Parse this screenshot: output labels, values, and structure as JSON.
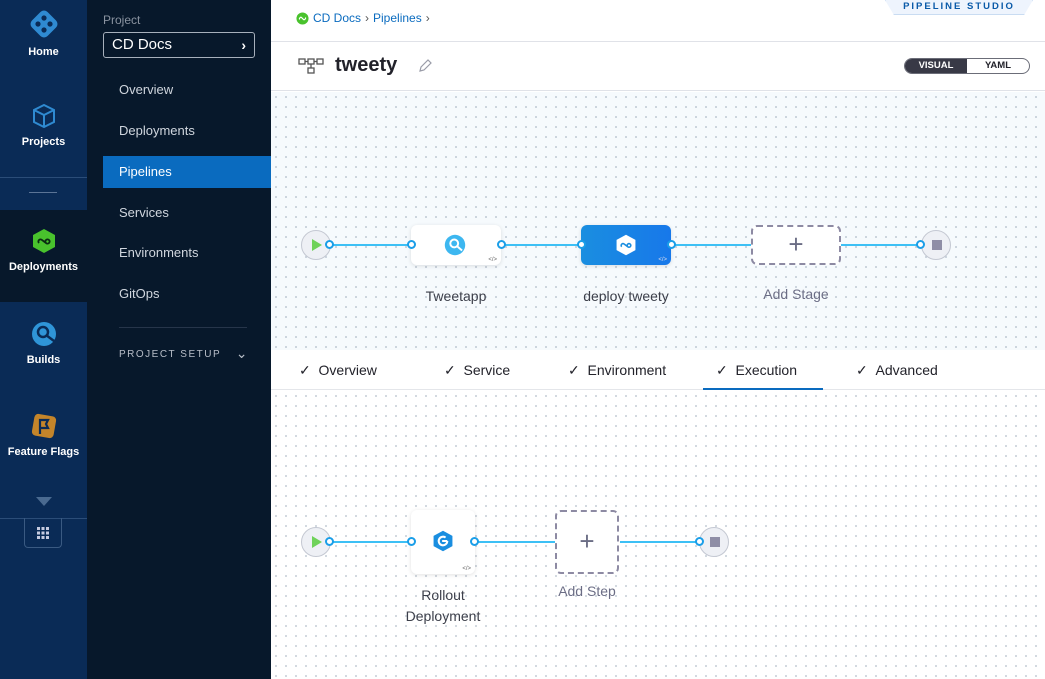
{
  "nav": {
    "items": [
      {
        "label": "Home",
        "icon": "home-icon"
      },
      {
        "label": "Projects",
        "icon": "cube-icon"
      },
      {
        "label": "Deployments",
        "icon": "deployments-icon"
      },
      {
        "label": "Builds",
        "icon": "builds-icon"
      },
      {
        "label": "Feature Flags",
        "icon": "flag-icon"
      }
    ]
  },
  "sidebar": {
    "project_label": "Project",
    "project_name": "CD Docs",
    "items": [
      {
        "label": "Overview"
      },
      {
        "label": "Deployments"
      },
      {
        "label": "Pipelines",
        "active": true
      },
      {
        "label": "Services"
      },
      {
        "label": "Environments"
      },
      {
        "label": "GitOps"
      }
    ],
    "project_setup": "PROJECT SETUP"
  },
  "header": {
    "breadcrumb": [
      "CD Docs",
      "Pipelines"
    ],
    "studio_badge": "PIPELINE STUDIO",
    "title": "tweety",
    "toggle": {
      "visual": "VISUAL",
      "yaml": "YAML",
      "selected": "VISUAL"
    }
  },
  "stages": [
    {
      "name": "Tweetapp"
    },
    {
      "name": "deploy tweety",
      "selected": true
    },
    {
      "name": "Add Stage"
    }
  ],
  "tabs": [
    {
      "label": "Overview"
    },
    {
      "label": "Service"
    },
    {
      "label": "Environment"
    },
    {
      "label": "Execution",
      "active": true
    },
    {
      "label": "Advanced"
    }
  ],
  "steps": [
    {
      "name": "Rollout Deployment"
    },
    {
      "name": "Add Step"
    }
  ],
  "colors": {
    "accent": "#0a6bbf",
    "line": "#3dc0f5",
    "nav": "#0a2b56",
    "sidebar": "#07182b"
  }
}
